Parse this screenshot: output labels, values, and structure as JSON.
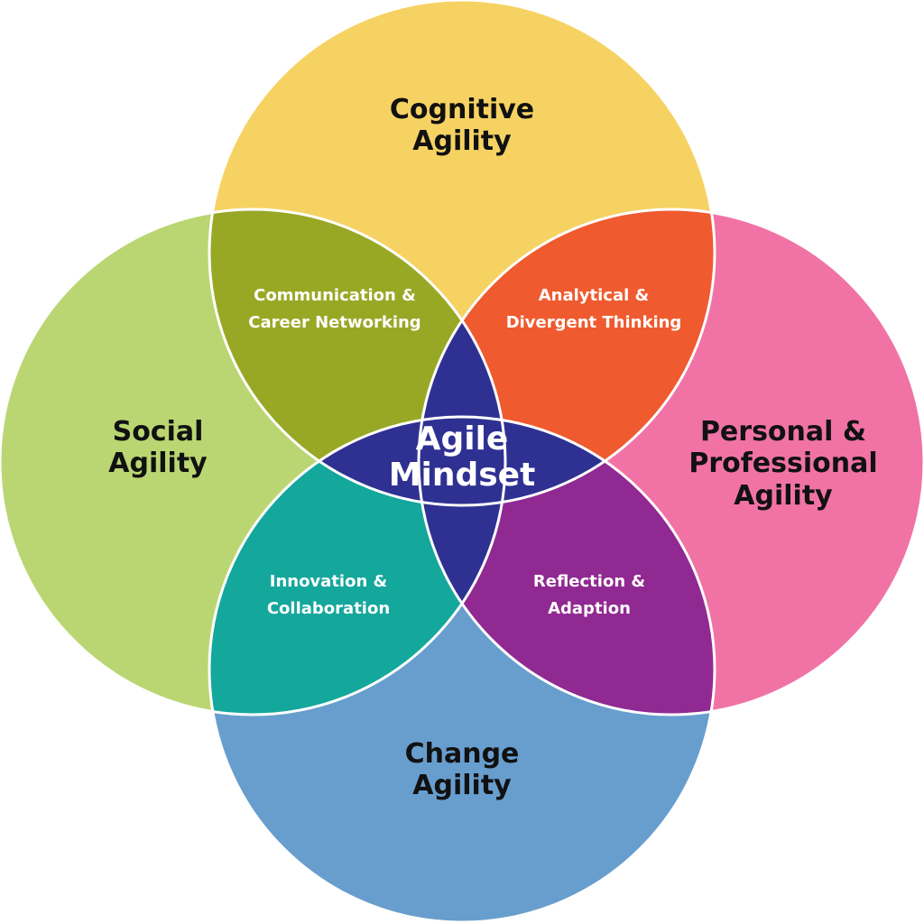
{
  "colors": {
    "cognitive": "#F6D262",
    "social": "#BAD672",
    "personal": "#F173A5",
    "change": "#689ECD",
    "communication": "#98A825",
    "analytical": "#EF5A2E",
    "innovation": "#14A79C",
    "reflection": "#902991",
    "center": "#2F3192",
    "outline": "#FFFFFF"
  },
  "circles": {
    "cognitive": {
      "line1": "Cognitive",
      "line2": "Agility"
    },
    "social": {
      "line1": "Social",
      "line2": "Agility"
    },
    "personal": {
      "line1": "Personal &",
      "line2": "Professional",
      "line3": "Agility"
    },
    "change": {
      "line1": "Change",
      "line2": "Agility"
    }
  },
  "overlaps": {
    "communication": {
      "line1": "Communication &",
      "line2": "Career Networking"
    },
    "analytical": {
      "line1": "Analytical &",
      "line2": "Divergent Thinking"
    },
    "innovation": {
      "line1": "Innovation &",
      "line2": "Collaboration"
    },
    "reflection": {
      "line1": "Reflection &",
      "line2": "Adaption"
    }
  },
  "center": {
    "line1": "Agile",
    "line2": "Mindset"
  }
}
